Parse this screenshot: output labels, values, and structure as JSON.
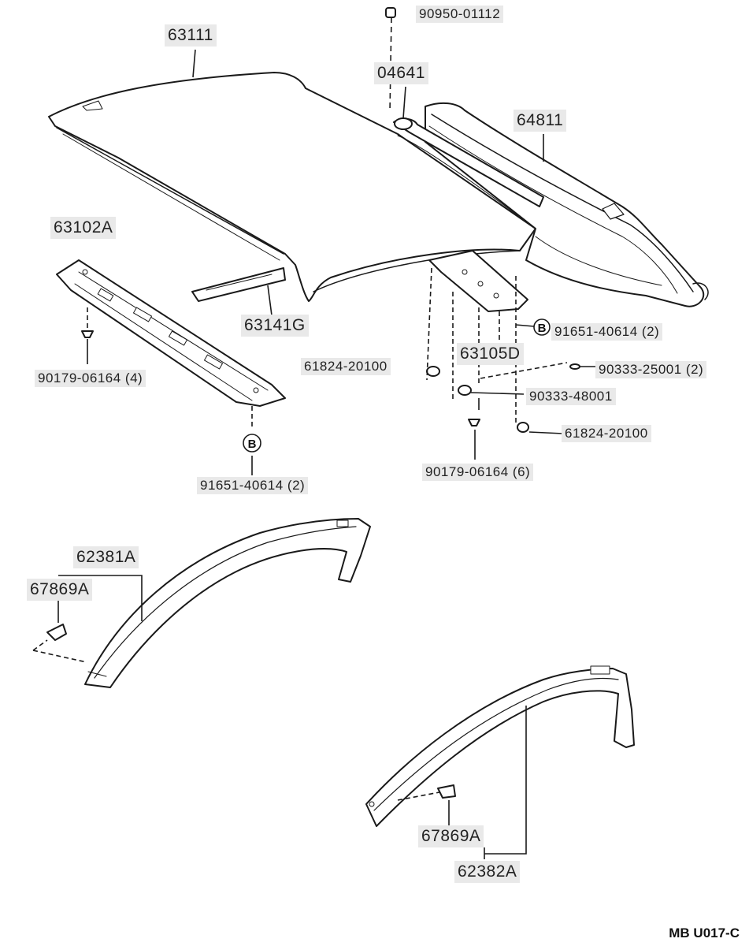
{
  "labels": {
    "p90950_01112": "90950-01112",
    "p63111": "63111",
    "p04641": "04641",
    "p64811": "64811",
    "p63102A": "63102A",
    "p63141G": "63141G",
    "p91651_40614_right": "91651-40614 (2)",
    "p61824_20100_left": "61824-20100",
    "p63105D": "63105D",
    "p90333_25001": "90333-25001 (2)",
    "p90179_06164_4": "90179-06164 (4)",
    "p90333_48001": "90333-48001",
    "p61824_20100_right": "61824-20100",
    "p90179_06164_6": "90179-06164 (6)",
    "p91651_40614_left": "91651-40614 (2)",
    "p62381A": "62381A",
    "p67869A_top": "67869A",
    "p67869A_bottom": "67869A",
    "p62382A": "62382A"
  },
  "callouts": {
    "b_right": "B",
    "b_left": "B"
  },
  "footer": {
    "code": "MB  U017-C"
  },
  "colors": {
    "line": "#1a1a1a",
    "label_bg": "#e9e9e9",
    "part_fill": "#ffffff",
    "shade": "#d8d8d8"
  }
}
